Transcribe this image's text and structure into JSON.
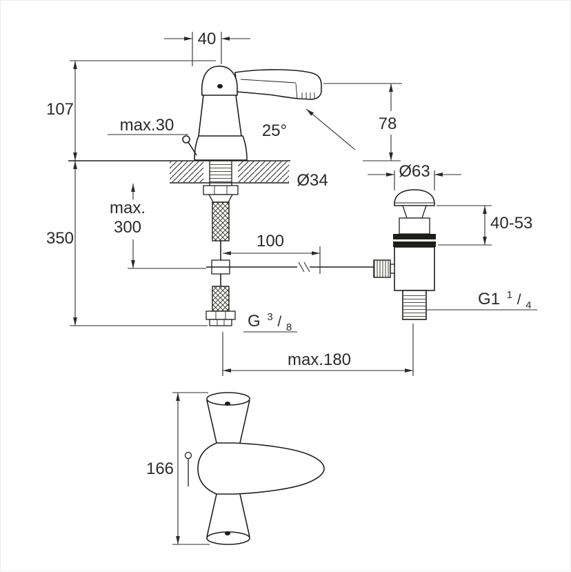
{
  "page": {
    "background": "#ffffff",
    "ink": "#1d1d1b"
  },
  "drawing": {
    "views": {
      "front": "faucet-front-view",
      "plan": "faucet-plan-view",
      "waste": "pop-up-waste-side-view"
    },
    "labels": {
      "handle_width": "40",
      "body_height": "107",
      "max_deck_thickness": "max.30",
      "lever_angle": "25°",
      "spout_height": "78",
      "hole_diameter": "Ø34",
      "waste_flange_diameter": "Ø63",
      "max_word": "max.",
      "max_hose_length": "300",
      "total_depth": "350",
      "rod_offset": "100",
      "waste_deck_range": "40-53",
      "waste_thread_base": "G1",
      "waste_thread_numerator": "1",
      "waste_thread_slash": "/",
      "waste_thread_denominator": "4",
      "hose_thread_base": "G",
      "hose_thread_numerator": "3",
      "hose_thread_slash": "/",
      "hose_thread_denominator": "8",
      "max_spread": "max.180",
      "plan_height": "166"
    }
  }
}
